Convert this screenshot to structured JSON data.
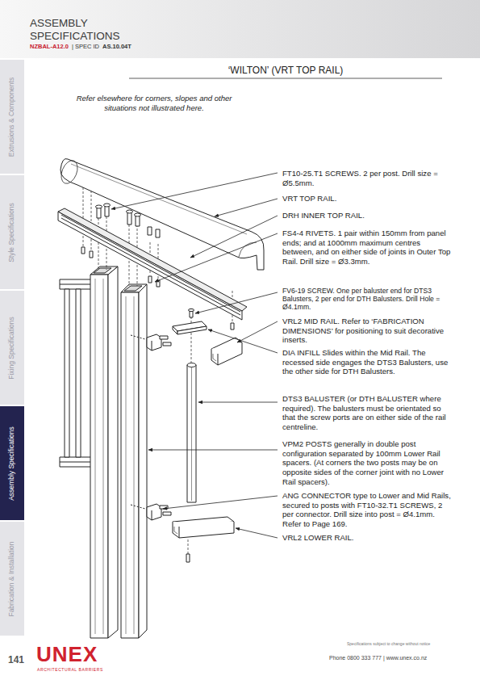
{
  "diagram": {
    "title": "ASSEMBLY SPECIFICATIONS",
    "nodes": [
      {
        "text": [
          "Extrusions & Components"
        ]
      },
      {
        "text": [
          "Style Specifications"
        ]
      },
      {
        "text": [
          "Fixing Specifications"
        ]
      },
      {
        "text": [
          "Assembly Specifications"
        ]
      },
      {
        "text": [
          "Fabrication & Installation"
        ]
      }
    ],
    "labels": [
      "NZBAL-A12.0",
      "| SPEC ID",
      "AS.10.04T",
      "‘WILTON’ (VRT TOP RAIL)",
      "Refer elsewhere for corners, slopes and other situations not illustrated here.",
      "FT10-25.T1 SCREWS. 2 per post. Drill size = Ø5.5mm.",
      "VRT TOP RAIL.",
      "DRH INNER TOP RAIL.",
      "FS4-4 RIVETS. 1 pair within 150mm from panel ends; and at 1000mm maximum centres between, and on either side of joints in Outer Top Rail. Drill size = Ø3.3mm.",
      "FV6-19 SCREW. One per baluster end for DTS3 Balusters, 2 per end for DTH Balusters. Drill Hole = Ø4.1mm.",
      "VRL2 MID RAIL. Refer to ‘FABRICATION DIMENSIONS’ for positioning to suit decorative inserts.",
      "DIA INFILL Slides within the Mid Rail. The recessed side engages the DTS3 Balusters, use the other side for DTH Balusters.",
      "DTS3 BALUSTER (or DTH BALUSTER where required). The balusters must be orientated so that the screw ports are on either side of the rail centreline.",
      "VPM2 POSTS generally in double post configuration separated by 100mm Lower Rail spacers. (At corners the two posts may be on opposite sides of the corner joint with no Lower Rail spacers).",
      "ANG CONNECTOR type to Lower and Mid Rails, secured to posts with FT10-32.T1 SCREWS, 2 per connector. Drill size into post = Ø4.1mm. Refer to Page 169.",
      "VRL2 LOWER RAIL.",
      "141",
      "UNEX",
      "ARCHITECTURAL BARRIERS",
      "Specifications subject to change without notice",
      "Phone 0800 333 777 | www.unex.co.nz"
    ]
  }
}
